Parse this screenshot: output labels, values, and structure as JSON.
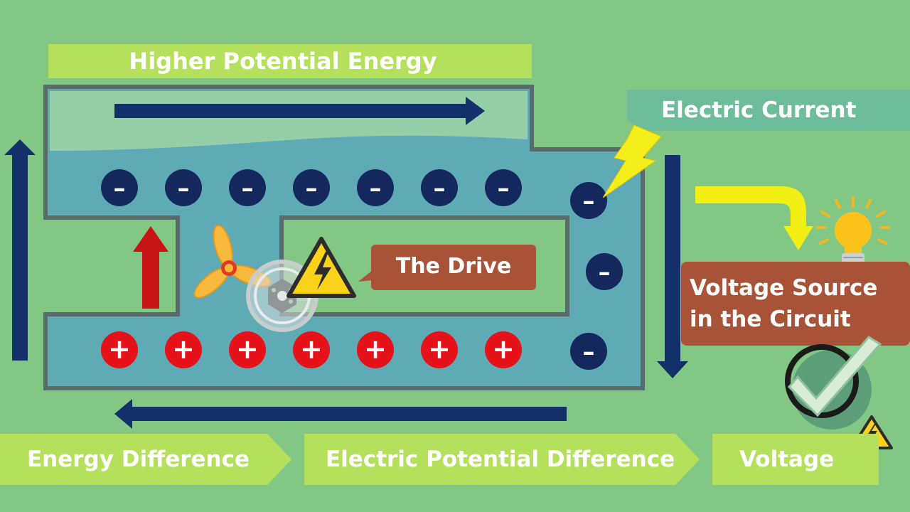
{
  "labels": {
    "higher_potential_energy": "Higher Potential Energy",
    "electric_current": "Electric Current",
    "the_drive": "The Drive",
    "voltage_source": "Voltage Source in the Circuit",
    "energy_difference": "Energy Difference",
    "electric_potential_difference": "Electric Potential Difference",
    "voltage": "Voltage"
  },
  "charges": {
    "negative_symbol": "–",
    "positive_symbol": "+",
    "negative_top_count": 7,
    "negative_right_count": 3,
    "positive_bottom_count": 7
  },
  "colors": {
    "background": "#83c785",
    "pipe_water": "#5eaab5",
    "pipe_air": "#9fd6a4",
    "pipe_border": "#5a6b6b",
    "navy_arrow": "#13306b",
    "negative_charge": "#14285e",
    "positive_charge": "#e5121a",
    "label_bar_light": "#b4e05c",
    "label_bar_teal": "#6dbd9b",
    "label_box_brown": "#a85238",
    "yellow_arrow": "#f2ef14",
    "red_arrow": "#c81414"
  },
  "icons": [
    "lightning-bolt-icon",
    "warning-icon",
    "propeller-icon",
    "motor-icon",
    "light-bulb-icon",
    "check-mark-icon"
  ]
}
